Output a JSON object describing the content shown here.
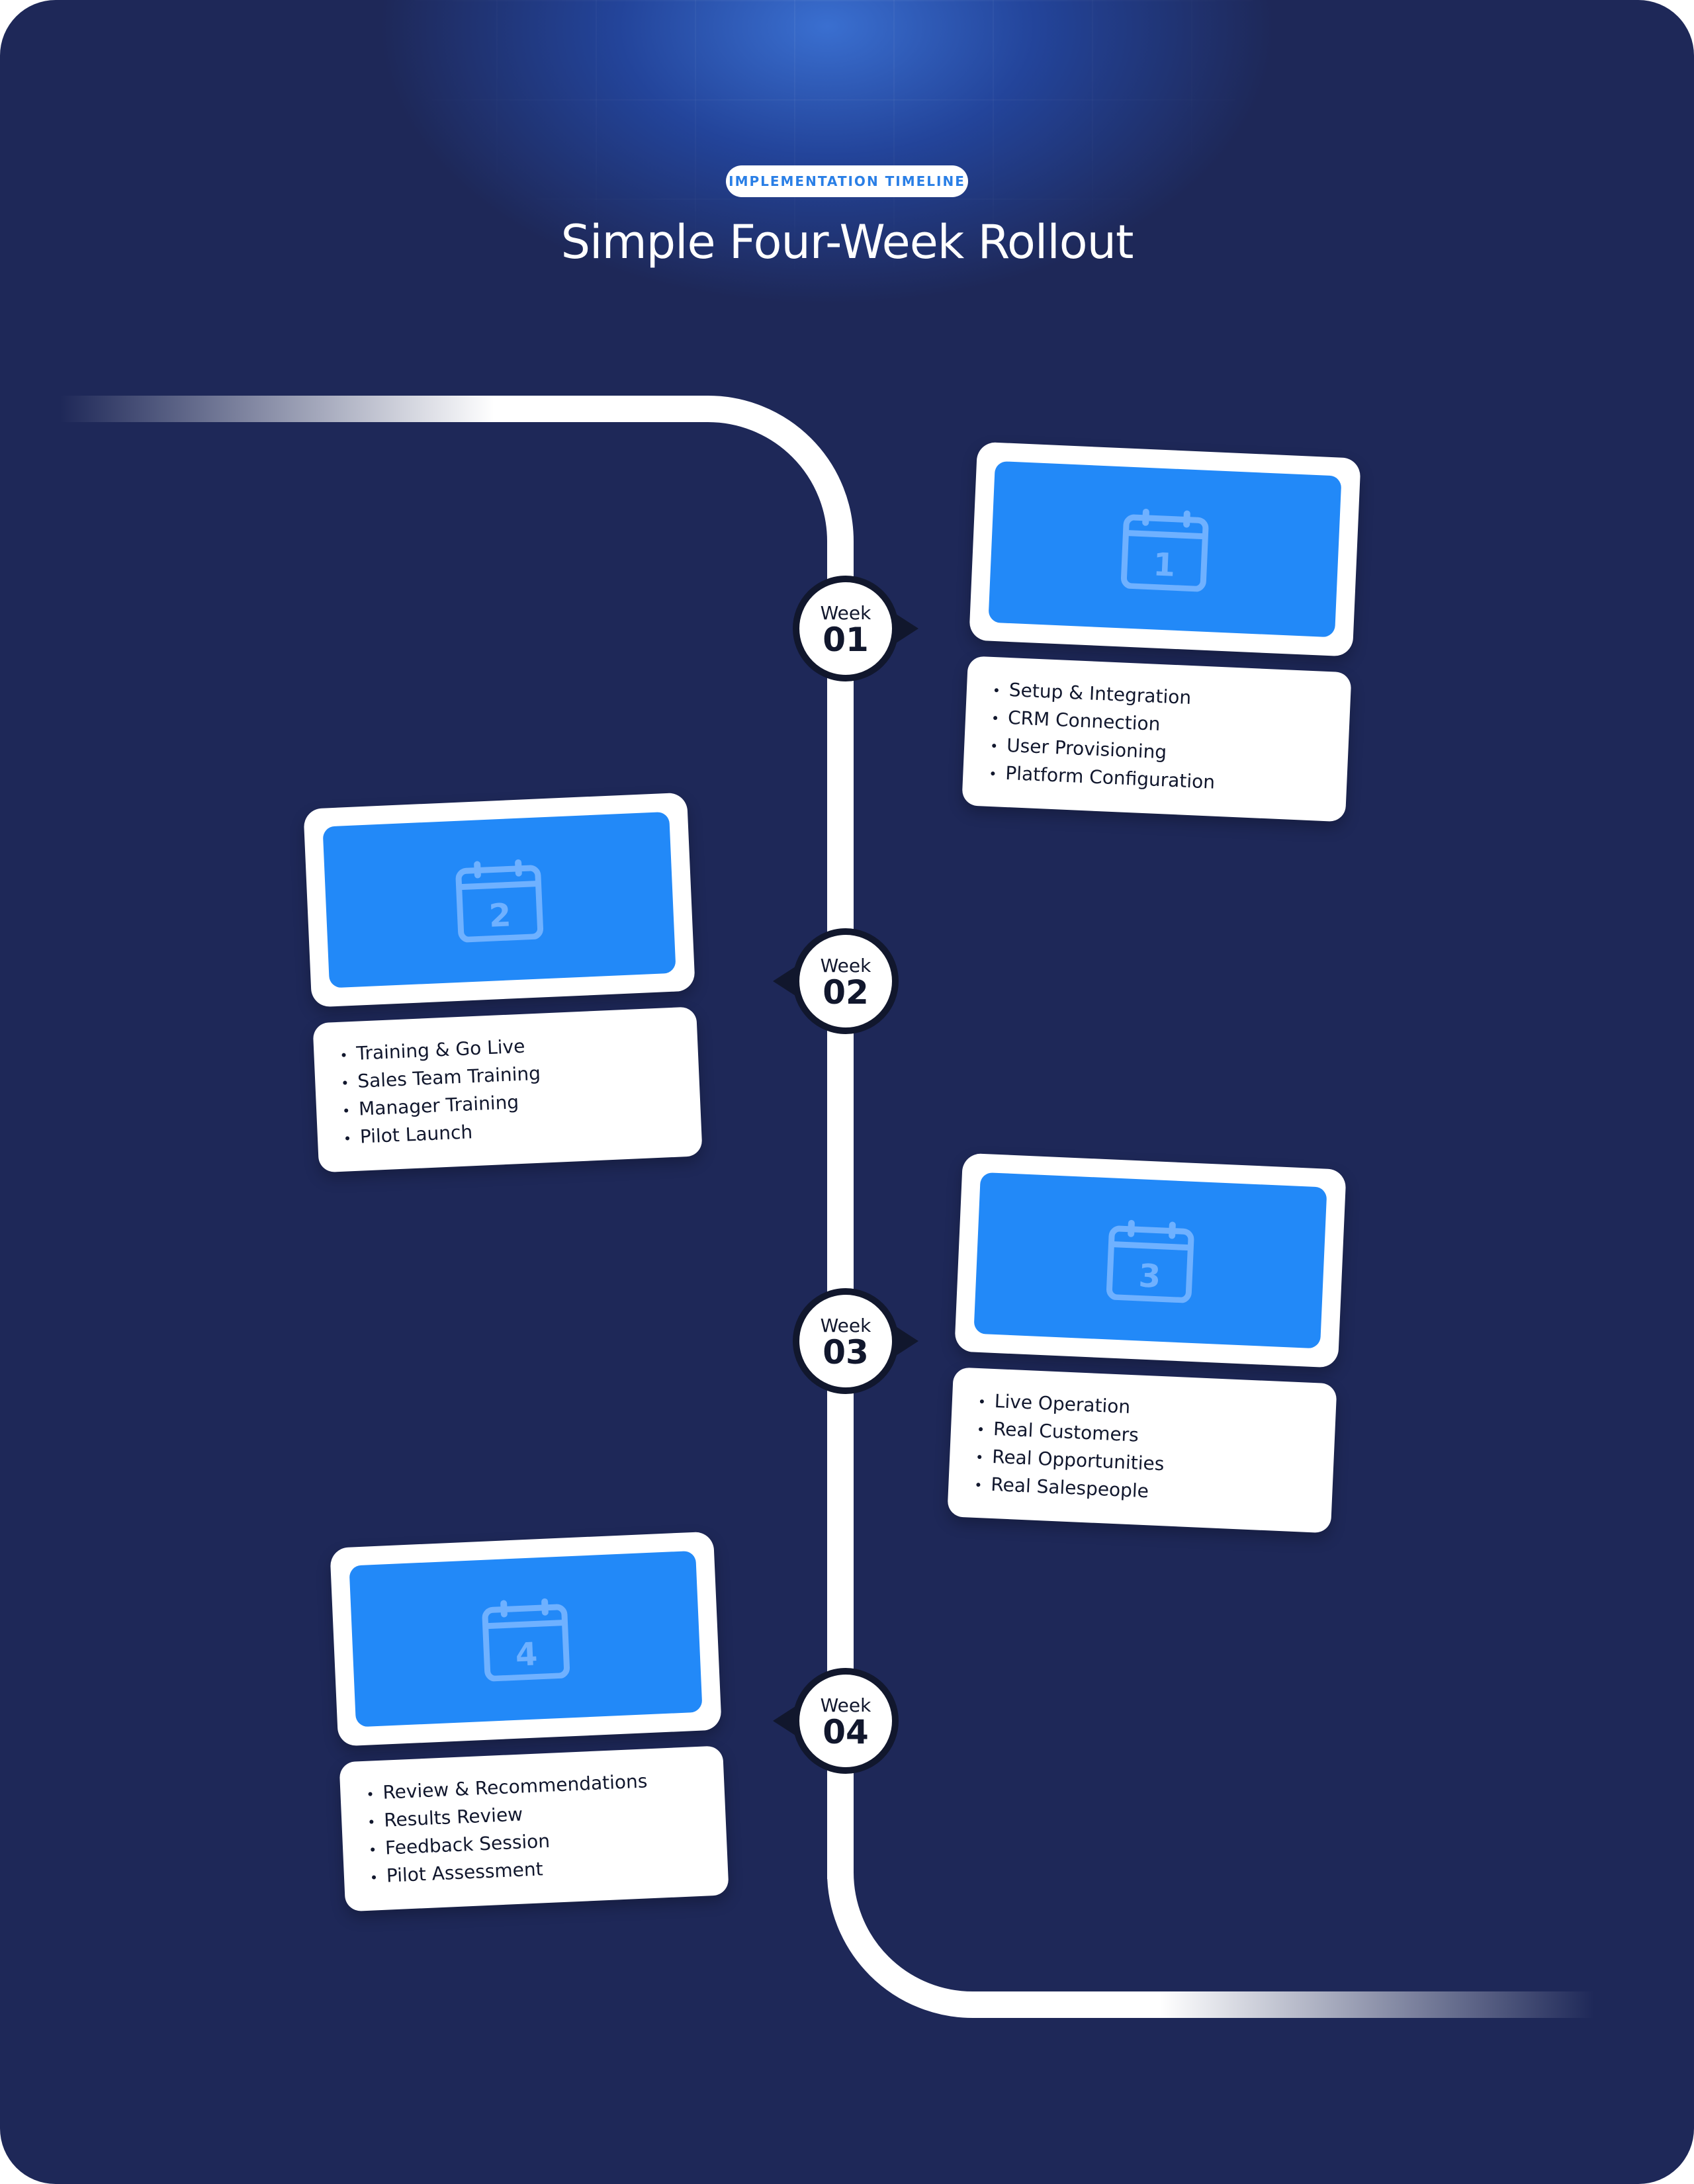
{
  "header": {
    "eyebrow": "IMPLEMENTATION TIMELINE",
    "title": "Simple Four-Week Rollout"
  },
  "weeks": [
    {
      "label": "Week",
      "number": "01",
      "icon": "calendar-icon",
      "icon_number": "1",
      "items": [
        "Setup & Integration",
        "CRM Connection",
        "User Provisioning",
        "Platform Configuration"
      ]
    },
    {
      "label": "Week",
      "number": "02",
      "icon": "calendar-icon",
      "icon_number": "2",
      "items": [
        "Training & Go Live",
        "Sales Team Training",
        "Manager Training",
        "Pilot Launch"
      ]
    },
    {
      "label": "Week",
      "number": "03",
      "icon": "calendar-icon",
      "icon_number": "3",
      "items": [
        "Live Operation",
        "Real Customers",
        "Real Opportunities",
        "Real Salespeople"
      ]
    },
    {
      "label": "Week",
      "number": "04",
      "icon": "calendar-icon",
      "icon_number": "4",
      "items": [
        "Review & Recommendations",
        "Results Review",
        "Feedback Session",
        "Pilot Assessment"
      ]
    }
  ],
  "colors": {
    "background": "#1e2656",
    "accent_blue": "#2289f8",
    "node_ring": "#11172d",
    "eyebrow_text": "#2a7fe6"
  }
}
